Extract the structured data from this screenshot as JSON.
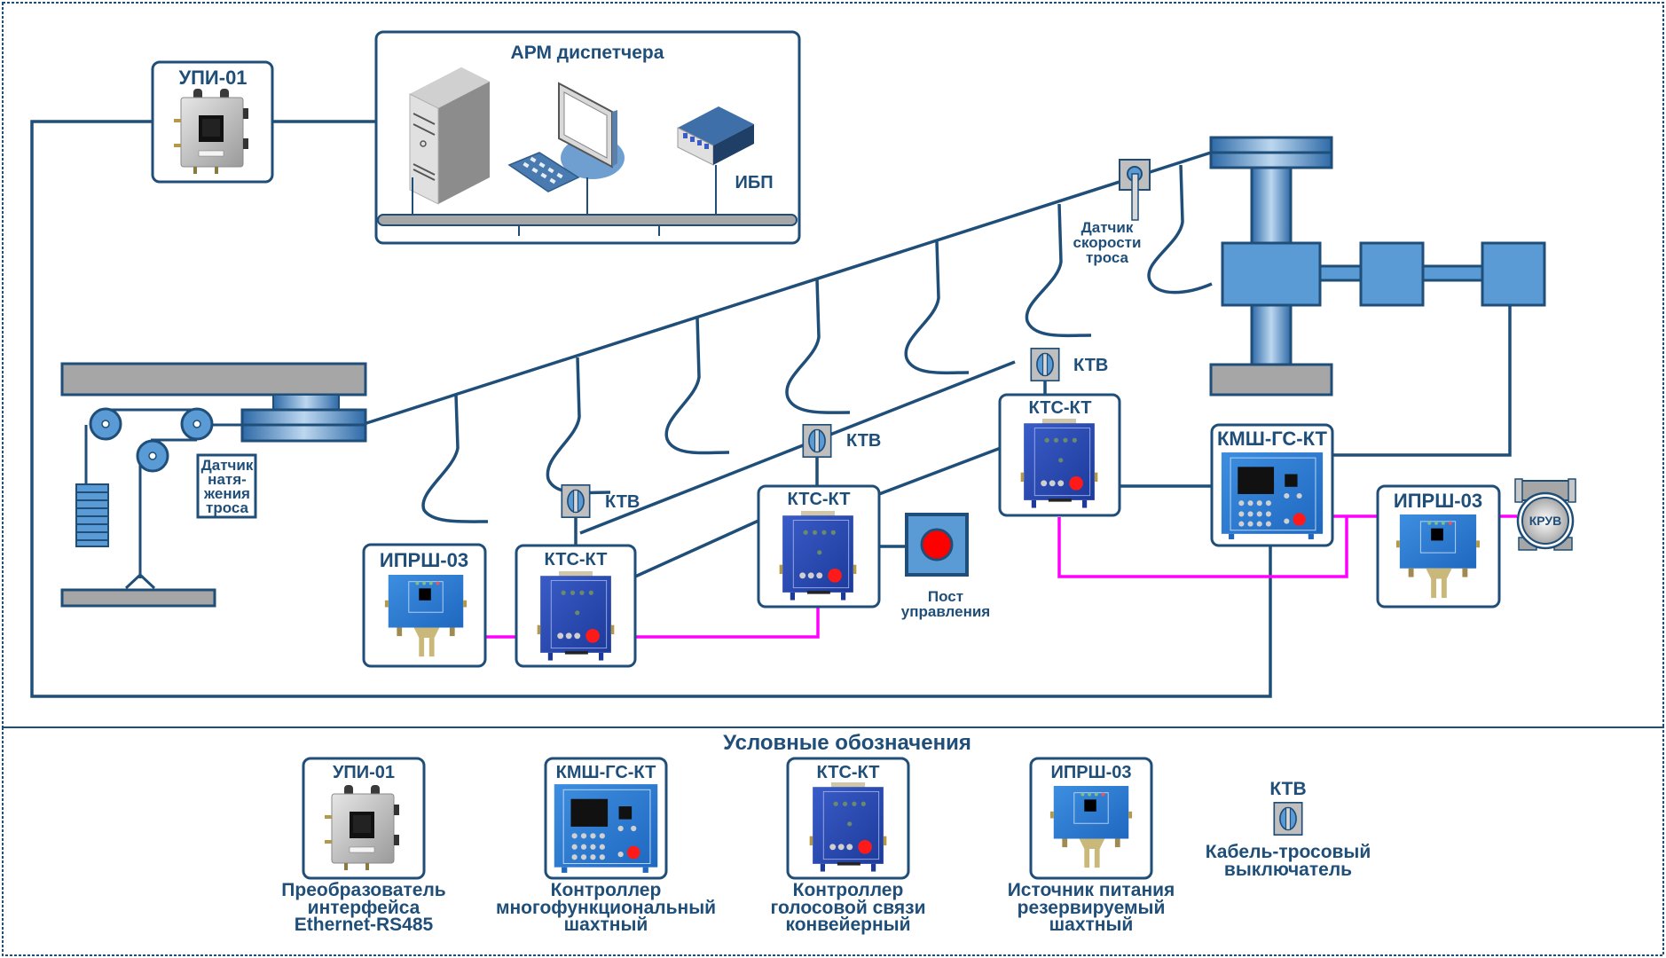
{
  "workstation": {
    "title": "АРМ диспетчера",
    "ups_label": "ИБП"
  },
  "devices": {
    "upi": "УПИ-01",
    "iprsh_left": "ИПРШ-03",
    "kts1": "КТС-КТ",
    "kts2": "КТС-КТ",
    "kts3": "КТС-КТ",
    "kmsh": "КМШ-ГС-КТ",
    "iprsh_right": "ИПРШ-03",
    "kruv": "КРУВ",
    "ktv1": "КТВ",
    "ktv2": "КТВ",
    "ktv3": "КТВ",
    "post_line1": "Пост",
    "post_line2": "управления",
    "speed_sensor": [
      "Датчик",
      "скорости",
      "троса"
    ],
    "tension_sensor": [
      "Датчик",
      "натя-",
      "жения",
      "троса"
    ]
  },
  "legend": {
    "title": "Условные обозначения",
    "items": [
      {
        "label": "УПИ-01",
        "desc": [
          "Преобразователь",
          "интерфейса",
          "Ethernet-RS485"
        ]
      },
      {
        "label": "КМШ-ГС-КТ",
        "desc": [
          "Контроллер",
          "многофункциональный",
          "шахтный"
        ]
      },
      {
        "label": "КТС-КТ",
        "desc": [
          "Контроллер",
          "голосовой связи",
          "конвейерный"
        ]
      },
      {
        "label": "ИПРШ-03",
        "desc": [
          "Источник питания",
          "резервируемый",
          "шахтный"
        ]
      },
      {
        "label": "КТВ",
        "desc": [
          "Кабель-тросовый",
          "выключатель"
        ]
      }
    ]
  },
  "colors": {
    "line": "#1f4e79",
    "power_line": "#ff00ff",
    "device_blue": "#5b9bd5",
    "gray": "#a6a6a6",
    "button_red": "#ff0000"
  }
}
